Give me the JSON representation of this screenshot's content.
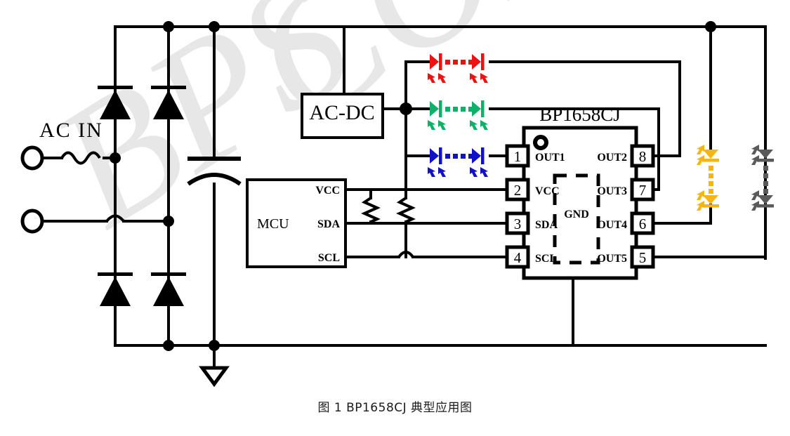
{
  "figure": {
    "caption": "图 1 BP1658CJ 典型应用图",
    "watermark": "BPS CONF"
  },
  "colors": {
    "wire": "#000000",
    "red_led": "#ee1111",
    "green_led": "#11b06a",
    "blue_led": "#1111cc",
    "amber_led": "#f5b517",
    "gray_led": "#5a5a5a",
    "text": "#000000",
    "watermark": "#e4e4e4"
  },
  "ic": {
    "part_number": "BP1658CJ",
    "gnd_pad_label": "GND",
    "pins_left": [
      {
        "number": "1",
        "name": "OUT1"
      },
      {
        "number": "2",
        "name": "VCC"
      },
      {
        "number": "3",
        "name": "SDA"
      },
      {
        "number": "4",
        "name": "SCL"
      }
    ],
    "pins_right": [
      {
        "number": "8",
        "name": "OUT2"
      },
      {
        "number": "7",
        "name": "OUT3"
      },
      {
        "number": "6",
        "name": "OUT4"
      },
      {
        "number": "5",
        "name": "OUT5"
      }
    ]
  },
  "blocks": {
    "ac_dc": "AC-DC",
    "mcu": "MCU",
    "mcu_pins": [
      "VCC",
      "SDA",
      "SCL"
    ]
  },
  "input": {
    "label": "AC  IN",
    "terminal_count": 2,
    "fuse": "fuse-symbol"
  },
  "components": {
    "bridge_diodes": 4,
    "bulk_capacitor": "polarized-capacitor",
    "ground_symbol": "earth-ground",
    "pullup_resistors": 2
  },
  "led_strings": [
    {
      "name": "red-led-string",
      "color": "#ee1111",
      "orientation": "horizontal",
      "driver_pin": "8",
      "driver_name": "OUT2",
      "led_count_shown": 2
    },
    {
      "name": "green-led-string",
      "color": "#11b06a",
      "orientation": "horizontal",
      "driver_pin": "7",
      "driver_name": "OUT3",
      "led_count_shown": 2
    },
    {
      "name": "blue-led-string",
      "color": "#1111cc",
      "orientation": "horizontal",
      "driver_pin": "1",
      "driver_name": "OUT1",
      "led_count_shown": 2
    },
    {
      "name": "amber-led-string",
      "color": "#f5b517",
      "orientation": "vertical",
      "driver_pin": "6",
      "driver_name": "OUT4",
      "led_count_shown": 2
    },
    {
      "name": "white-led-string",
      "color": "#5a5a5a",
      "orientation": "vertical",
      "driver_pin": "5",
      "driver_name": "OUT5",
      "led_count_shown": 2
    }
  ]
}
